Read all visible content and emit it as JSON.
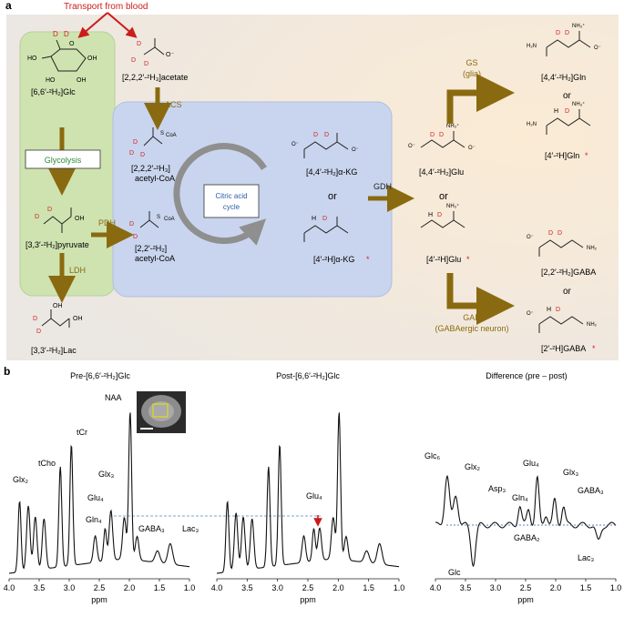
{
  "panel_a": {
    "panel_label": "a",
    "transport_label": "Transport from blood",
    "glucose": "[6,6′-²H₂]Glc",
    "acetate": "[2,2,2′-²H₃]acetate",
    "acs": "ACS",
    "acetylcoa_d3_line1": "[2,2,2′-²H₃]",
    "acetylcoa_d3_line2": "acetyl-CoA",
    "glycolysis": "Glycolysis",
    "pyruvate": "[3,3′-²H₂]pyruvate",
    "pdh": "PDH",
    "acetylcoa_d2_line1": "[2,2′-²H₂]",
    "acetylcoa_d2_line2": "acetyl-CoA",
    "ldh": "LDH",
    "lactate": "[3,3′-²H₂]Lac",
    "tca_line1": "Citric acid",
    "tca_line2": "cycle",
    "akg_d2": "[4,4′-²H₂]α-KG",
    "or": "or",
    "akg_d1": "[4′-²H]α-KG",
    "gdh": "GDH",
    "glu_d2": "[4,4′-²H₂]Glu",
    "glu_d1": "[4′-²H]Glu",
    "gs_line1": "GS",
    "gs_line2": "(glia)",
    "gln_d2": "[4,4′-²H₂]Gln",
    "gln_d1": "[4′-²H]Gln",
    "gad_line1": "GAD",
    "gad_line2": "(GABAergic neuron)",
    "gaba_d2": "[2,2′-²H₂]GABA",
    "gaba_d1": "[2′-²H]GABA",
    "asterisk": "*",
    "atom_D": "D",
    "atom_H": "H",
    "atom_OH": "OH",
    "atom_HO": "HO",
    "atom_O": "O",
    "atom_Ominus": "O⁻",
    "atom_NH3": "NH₃⁺",
    "atom_H2N": "H₂N",
    "atom_NH2": "NH₂",
    "atom_CoA": "CoA",
    "atom_S": "S"
  },
  "panel_b": {
    "panel_label": "b",
    "titles": [
      "Pre-[6,6′-²H₂]Glc",
      "Post-[6,6′-²H₂]Glc",
      "Difference (pre – post)"
    ],
    "xlabel": "ppm",
    "ticks": [
      "4.0",
      "3.5",
      "3.0",
      "2.5",
      "2.0",
      "1.5",
      "1.0"
    ],
    "pre_labels": [
      "NAA",
      "tCr",
      "tCho",
      "Glx₂",
      "Glx₃",
      "Glu₄",
      "Gln₄",
      "GABA₃",
      "Lac₃"
    ],
    "post_labels": [
      "Glu₄"
    ],
    "diff_labels": [
      "Glc₆",
      "Glx₂",
      "Glu₄",
      "Asp₃",
      "Gln₄",
      "Glx₃",
      "GABA₃",
      "GABA₂",
      "Glc",
      "Lac₃"
    ]
  },
  "colors": {
    "arrow_olive": "#8a6a10",
    "transport_red": "#cc1b1b",
    "deuterium_red": "#d2232a",
    "glycolysis_green": "#2d8a3a",
    "tca_blue": "#2a5ea8",
    "glycolysis_panel": "#cfe3b0",
    "tca_panel": "#c9d5ee",
    "reference_dash": "#4a8fc9"
  }
}
